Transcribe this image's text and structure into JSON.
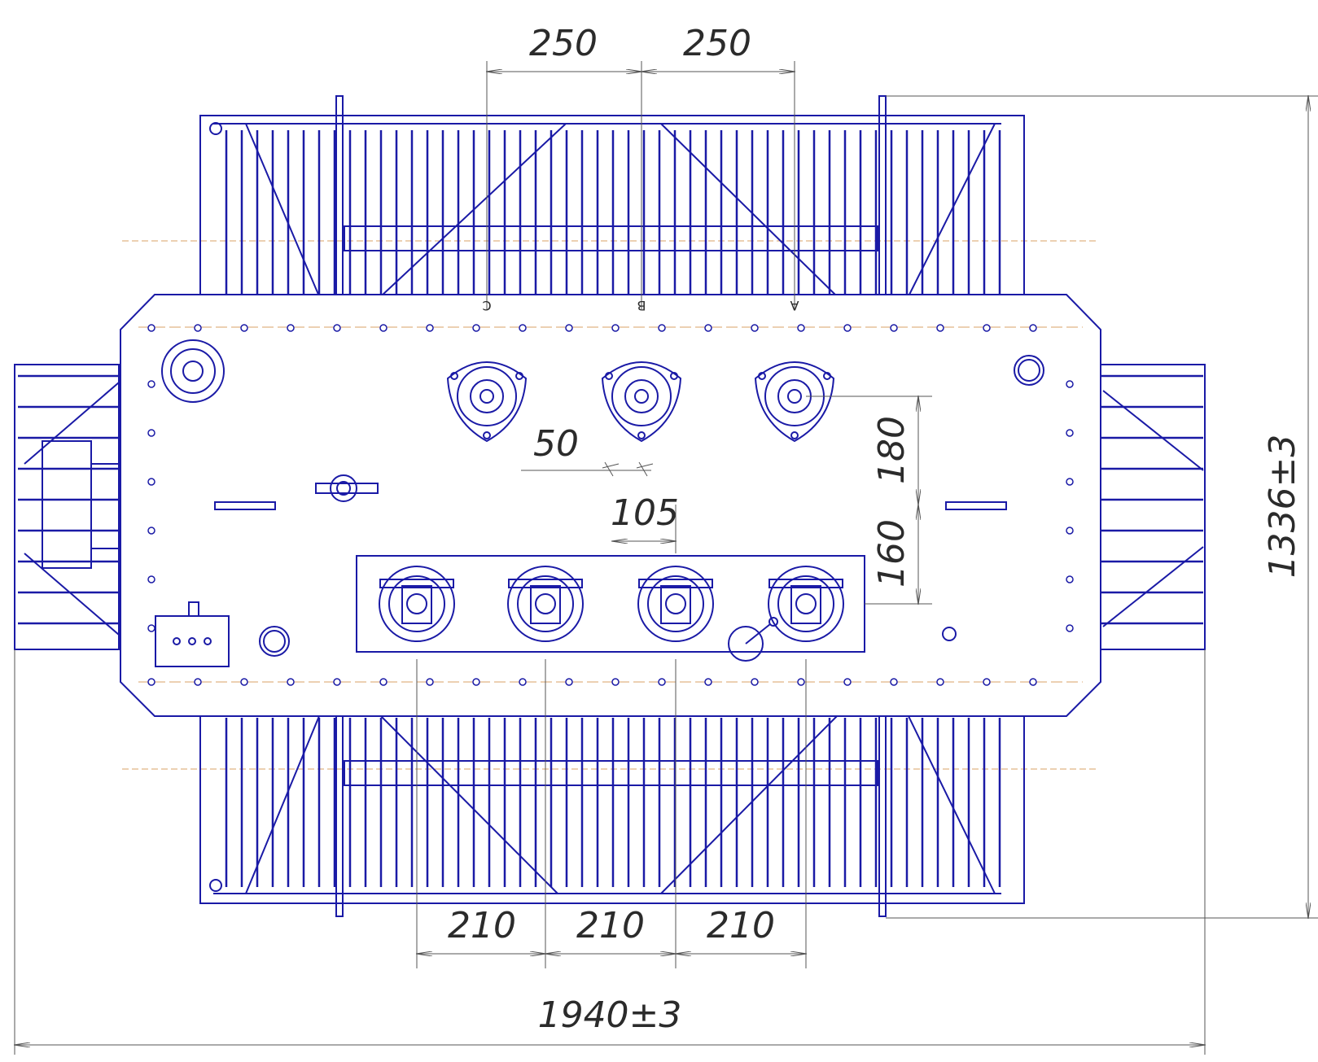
{
  "dimensions": {
    "phase_spacing_left": "250",
    "phase_spacing_right": "250",
    "hv_offset": "50",
    "hv_row_offset": "180",
    "lv_offset": "105",
    "lv_row_offset": "160",
    "lv_spacing_1": "210",
    "lv_spacing_2": "210",
    "lv_spacing_3": "210",
    "overall_length": "1940±3",
    "overall_width": "1336±3"
  },
  "phases": {
    "c": "C",
    "b": "B",
    "a": "A"
  },
  "colors": {
    "outline": "#1a1aa6",
    "dim_line": "#555555",
    "center_line": "#d9a066",
    "text": "#2b2b2b"
  }
}
